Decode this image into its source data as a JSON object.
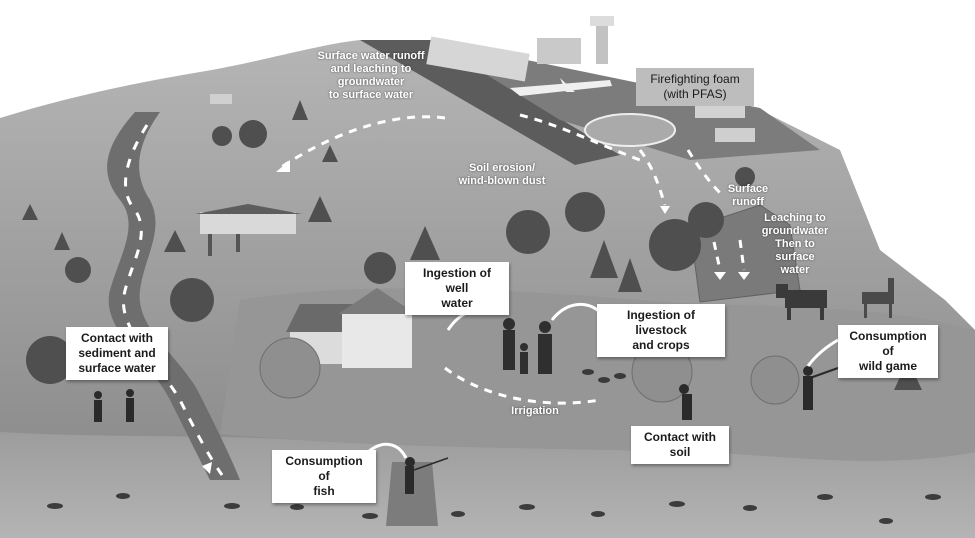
{
  "labels": {
    "surface_runoff_leaching": [
      "Surface water runoff",
      "and leaching to",
      "groundwater",
      "to surface water"
    ],
    "firefighting_foam": [
      "Firefighting foam",
      "(with PFAS)"
    ],
    "soil_erosion": [
      "Soil erosion/",
      "wind-blown dust"
    ],
    "surface_runoff": [
      "Surface",
      "runoff"
    ],
    "leaching_groundwater": [
      "Leaching to",
      "groundwater",
      "Then to",
      "surface",
      "water"
    ],
    "ingestion_well_water": [
      "Ingestion of well",
      "water"
    ],
    "ingestion_livestock": [
      "Ingestion of livestock",
      "and crops"
    ],
    "contact_sediment": [
      "Contact with",
      "sediment and",
      "surface water"
    ],
    "consumption_wild_game": [
      "Consumption of",
      "wild game"
    ],
    "irrigation": "Irrigation",
    "contact_soil": "Contact with soil",
    "consumption_fish": [
      "Consumption of",
      "fish"
    ]
  },
  "colors": {
    "hill": "#8a8a8a",
    "hill_light": "#9a9a9a",
    "water": "#a9a9a9",
    "road": "#6e6e6e",
    "tree": "#4f4f4f",
    "label_box": "#ffffff",
    "foam_box": "#bdbdbd",
    "arrow": "#ffffff"
  }
}
